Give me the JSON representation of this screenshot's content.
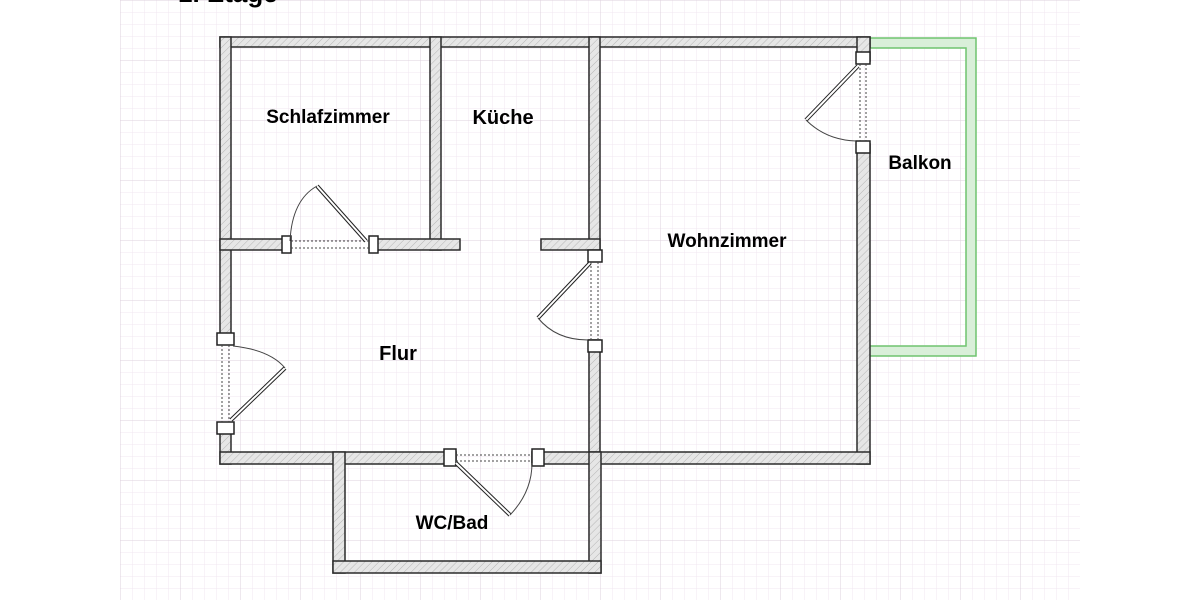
{
  "title": "1. Etage",
  "rooms": {
    "schlafzimmer": "Schlafzimmer",
    "kueche": "Küche",
    "wohnzimmer": "Wohnzimmer",
    "balkon": "Balkon",
    "flur": "Flur",
    "wc_bad": "WC/Bad"
  },
  "colors": {
    "wall_fill": "#e4e4e4",
    "wall_stroke": "#2b2b2b",
    "grid_minor": "#f0e7f0",
    "grid_major": "#ddd0dd",
    "balcony_outline": "#6fc46f",
    "door": "#444444"
  }
}
